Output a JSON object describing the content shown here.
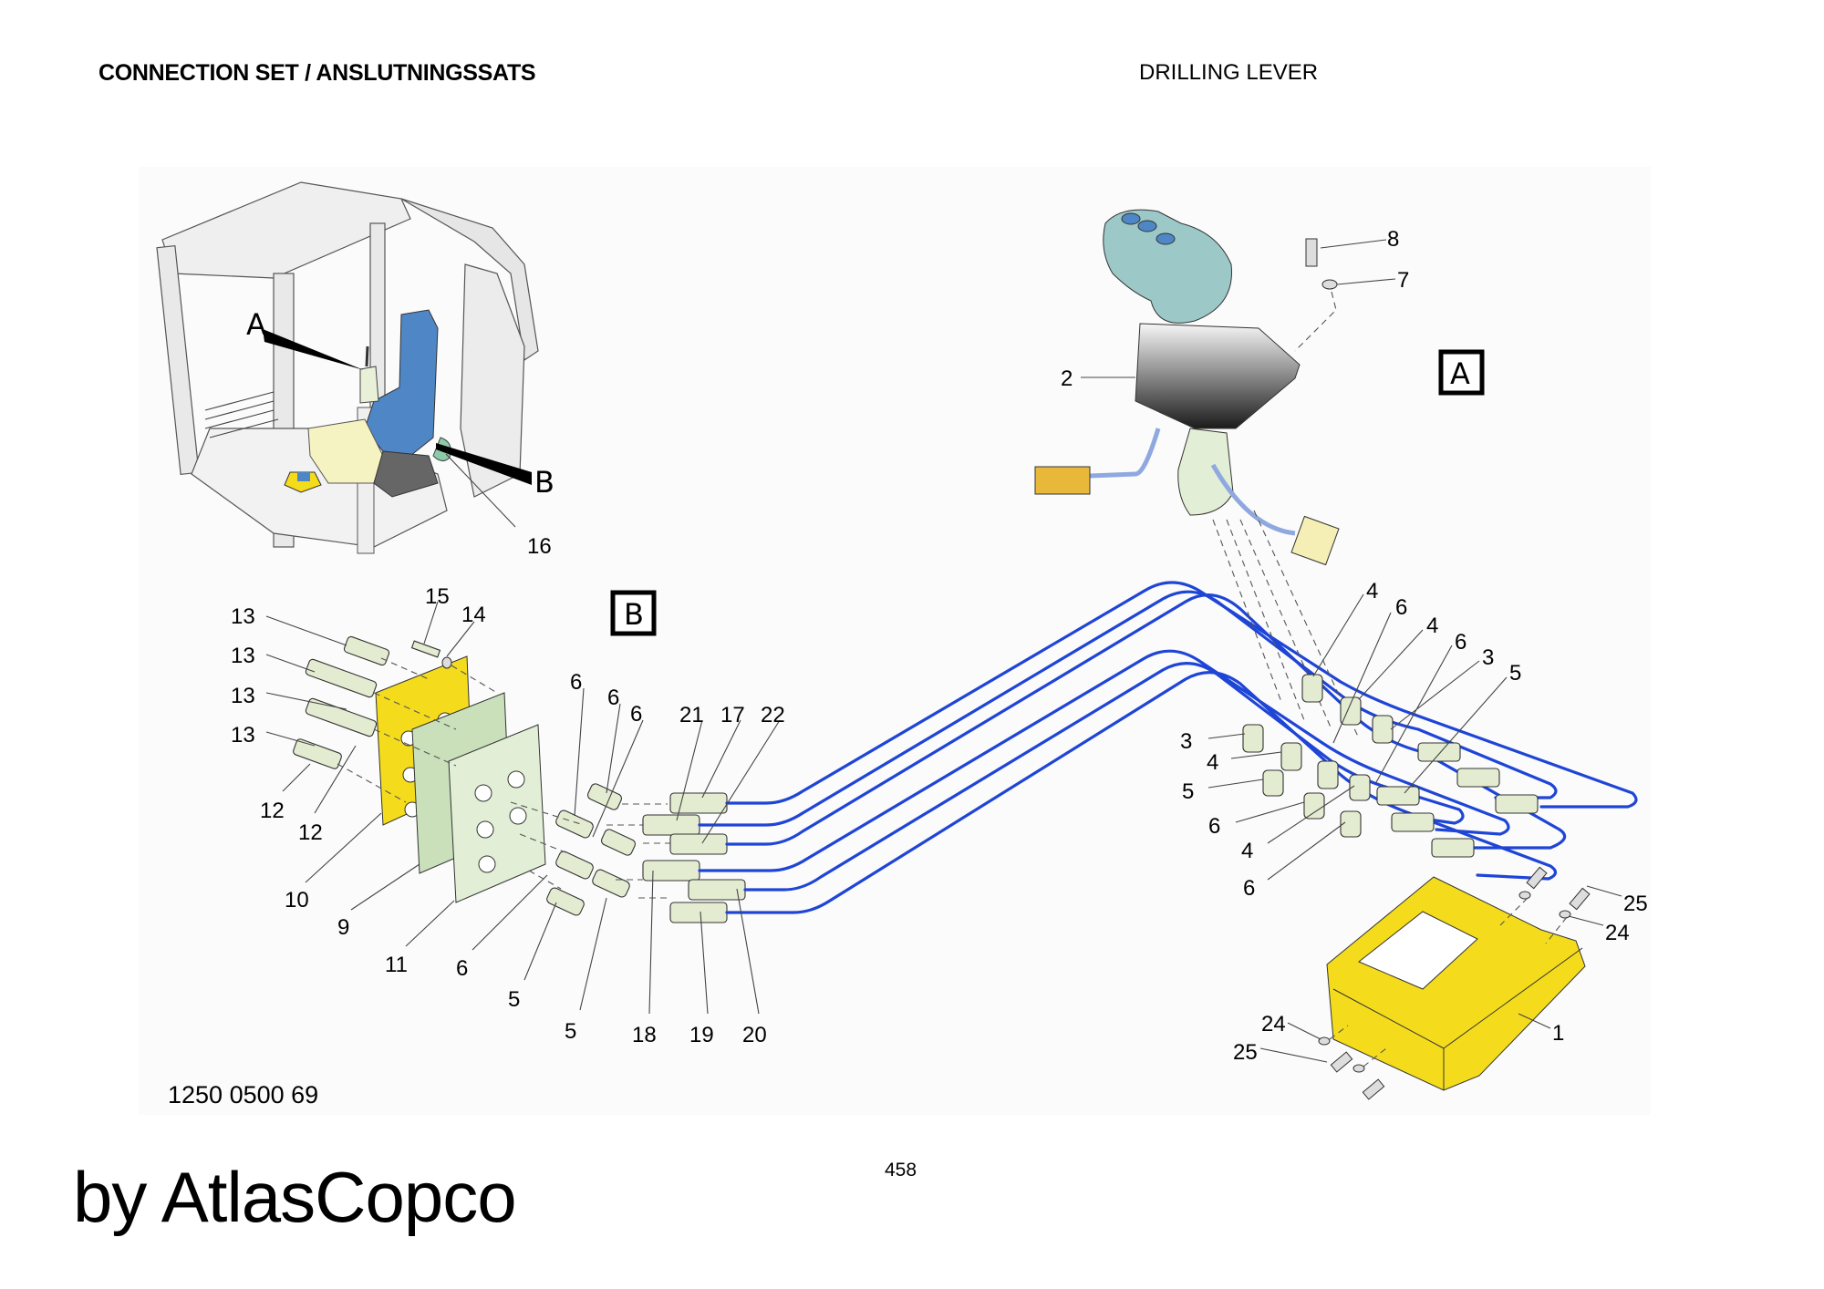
{
  "header": {
    "title_left": "CONNECTION SET / ANSLUTNINGSSATS",
    "title_right": "DRILLING LEVER"
  },
  "figure": {
    "document_number": "1250 0500 69",
    "detail_callouts": {
      "a": "A",
      "b": "B"
    },
    "overview": {
      "pointer_a": "A",
      "pointer_b": "B",
      "part_16": "16"
    },
    "detail_a": {
      "part_2": "2",
      "part_7": "7",
      "part_8": "8",
      "part_1": "1",
      "part_24_top": "24",
      "part_25_top": "25",
      "part_24_bottom": "24",
      "part_25_bottom": "25",
      "fittings_upper": [
        "4",
        "6",
        "4",
        "6",
        "3",
        "5"
      ],
      "fittings_lower": [
        "3",
        "4",
        "5",
        "6",
        "4",
        "6"
      ]
    },
    "detail_b": {
      "part_13": [
        "13",
        "13",
        "13",
        "13"
      ],
      "part_12": [
        "12",
        "12"
      ],
      "part_15": "15",
      "part_14": "14",
      "part_6_top": [
        "6",
        "6",
        "6"
      ],
      "part_21": "21",
      "part_17": "17",
      "part_22": "22",
      "part_10": "10",
      "part_9": "9",
      "part_11": "11",
      "part_6_bottom": "6",
      "part_5": [
        "5",
        "5"
      ],
      "part_18": "18",
      "part_19": "19",
      "part_20": "20"
    },
    "colors": {
      "pipe": "#1f45d6",
      "guard": "#f4dc1c",
      "fitting": "#e3ecd1",
      "seat": "#4f86c6",
      "handle": "#9cc8c8"
    }
  },
  "footer": {
    "page_number": "458",
    "brand": "by AtlasCopco"
  }
}
